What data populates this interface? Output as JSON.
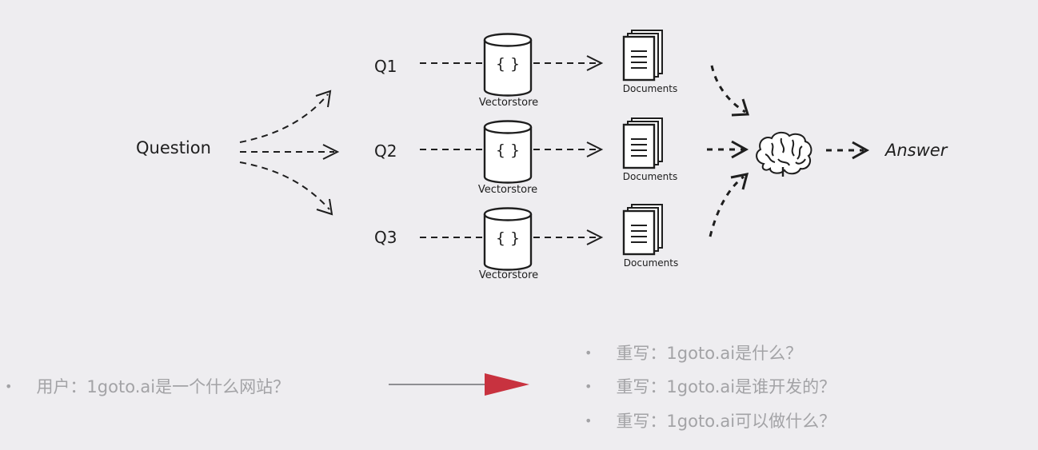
{
  "diagram": {
    "question_label": "Question",
    "queries": [
      {
        "label": "Q1",
        "store_label": "Vectorstore",
        "store_glyph": "{ }",
        "docs_label": "Documents"
      },
      {
        "label": "Q2",
        "store_label": "Vectorstore",
        "store_glyph": "{ }",
        "docs_label": "Documents"
      },
      {
        "label": "Q3",
        "store_label": "Vectorstore",
        "store_glyph": "{ }",
        "docs_label": "Documents"
      }
    ],
    "answer_label": "Answer",
    "icons": {
      "brain": "brain-icon",
      "vectorstore": "database-icon",
      "documents": "documents-icon"
    }
  },
  "example": {
    "user_line": "用户：1goto.ai是一个什么网站？",
    "rewrites": [
      "重写：1goto.ai是什么？",
      "重写：1goto.ai是谁开发的？",
      "重写：1goto.ai可以做什么？"
    ],
    "bullet_char": "•",
    "arrow_color": "#c8323f"
  }
}
